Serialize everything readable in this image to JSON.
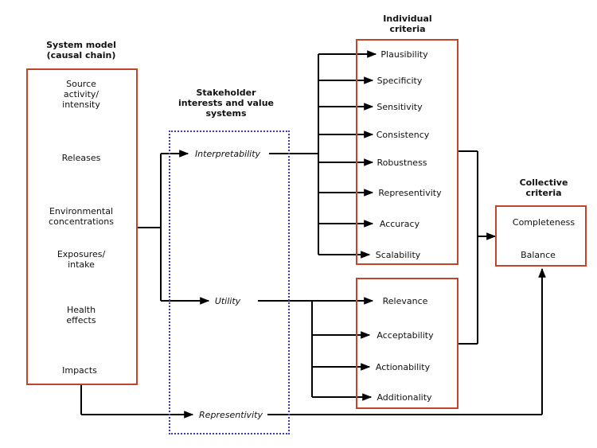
{
  "headings": {
    "system_model": "System model\n(causal chain)",
    "stakeholder": "Stakeholder\ninterests and value\nsystems",
    "individual": "Individual\ncriteria",
    "collective": "Collective\ncriteria"
  },
  "system_model": {
    "source": "Source\nactivity/\nintensity",
    "releases": "Releases",
    "env": "Environmental\nconcentrations",
    "exposures": "Exposures/\nintake",
    "health": "Health\neffects",
    "impacts": "Impacts"
  },
  "stakeholder": {
    "interpretability": "Interpretability",
    "utility": "Utility",
    "representivity": "Representivity"
  },
  "individual_top": [
    "Plausibility",
    "Specificity",
    "Sensitivity",
    "Consistency",
    "Robustness",
    "Representivity",
    "Accuracy",
    "Scalability"
  ],
  "individual_bottom": [
    "Relevance",
    "Acceptability",
    "Actionability",
    "Additionality"
  ],
  "collective": {
    "completeness": "Completeness",
    "balance": "Balance"
  },
  "colors": {
    "box_border": "#c0452a",
    "dotted_border": "#3b3bb8",
    "line": "#000000"
  }
}
